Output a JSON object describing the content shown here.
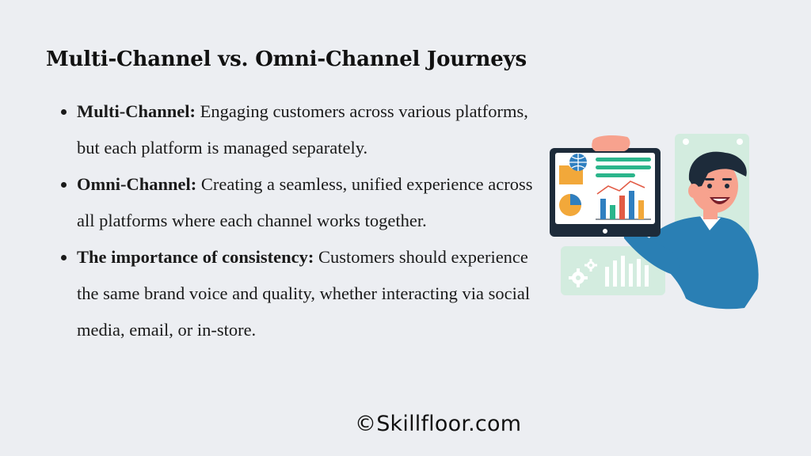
{
  "slide": {
    "title": "Multi-Channel vs. Omni-Channel Journeys",
    "bullets": [
      {
        "term": "Multi-Channel:",
        "text": "Engaging customers across various platforms, but each platform is managed separately."
      },
      {
        "term": "Omni-Channel:",
        "text": "Creating a seamless, unified experience across all platforms where each channel works together."
      },
      {
        "term": "The importance of consistency:",
        "text": "Customers should experience the same brand voice and quality, whether interacting via social media, email, or in-store."
      }
    ],
    "footer": "©Skillfloor.com"
  },
  "colors": {
    "background": "#eceef2",
    "panel_green": "#d3ecdf",
    "shirt_blue": "#2a7fb4",
    "skin": "#f7a28e",
    "chart_teal": "#2bb58b",
    "chart_orange": "#f2a83a",
    "chart_blue": "#2f7fc0",
    "chart_red": "#e25b45"
  }
}
